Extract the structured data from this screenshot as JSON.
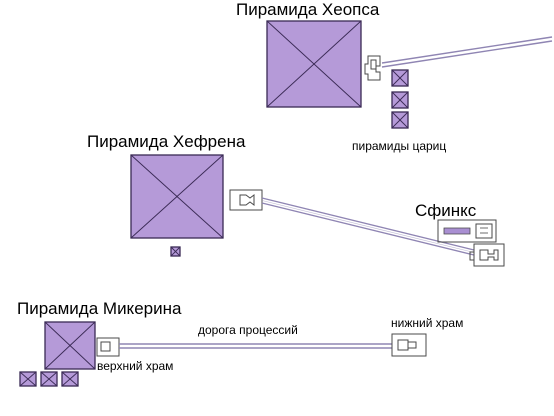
{
  "labels": {
    "cheops": "Пирамида Хеопса",
    "queens": "пирамиды цариц",
    "khafre": "Пирамида Хефрена",
    "sphinx": "Сфинкс",
    "menkaure": "Пирамида Микерина",
    "causeway": "дорога процессий",
    "upper_temple": "верхний храм",
    "lower_temple": "нижний храм"
  },
  "colors": {
    "pyramid_fill": "#b59ad8",
    "pyramid_stroke": "#3a2a55",
    "causeway": "#8f85b3",
    "temple_stroke": "#4a4a4a",
    "accent_fill": "#a98fd2"
  }
}
